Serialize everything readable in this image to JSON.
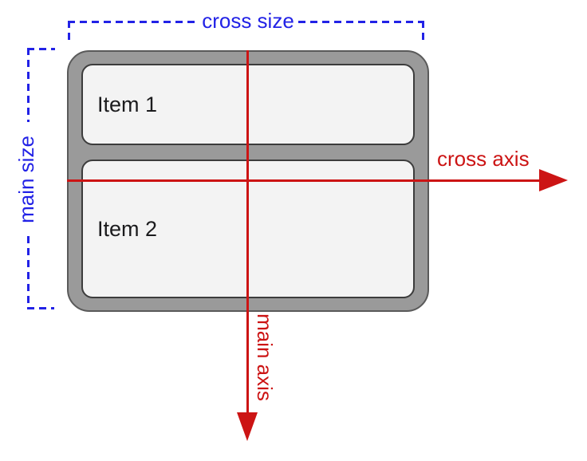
{
  "diagram": {
    "type": "flexbox-axes-illustration",
    "labels": {
      "cross_size": "cross size",
      "main_size": "main size",
      "cross_axis": "cross axis",
      "main_axis": "main axis"
    },
    "container": {
      "items": [
        {
          "label": "Item 1"
        },
        {
          "label": "Item 2"
        }
      ]
    }
  },
  "colors": {
    "blue": "#2222e6",
    "red": "#cc1414",
    "container_fill": "#9a9a9a",
    "container_border": "#5a5a5a",
    "item_fill": "#f3f3f3",
    "item_border": "#3c3c3c",
    "item_text": "#1b1b1d"
  }
}
